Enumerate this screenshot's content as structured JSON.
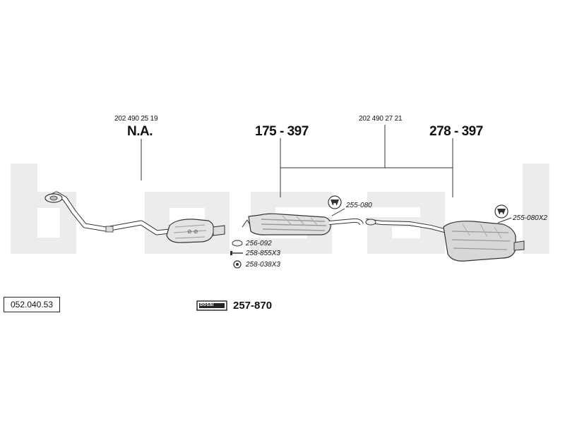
{
  "diagram": {
    "code": "052.040.53",
    "watermark": "bosal",
    "kit_badge": "bosal",
    "kit_number": "257-870",
    "front_pipe": {
      "oe_number": "202 490 25 19",
      "label": "N.A."
    },
    "center_assembly": {
      "oe_number": "202 490 27 21"
    },
    "middle_silencer": {
      "part_number": "175 - 397"
    },
    "rear_silencer": {
      "part_number": "278 - 397"
    },
    "hanger_middle": {
      "part_number": "255-080"
    },
    "hanger_rear": {
      "part_number": "255-080X2"
    },
    "fittings": [
      {
        "part_number": "256-092"
      },
      {
        "part_number": "258-855X3"
      },
      {
        "part_number": "258-038X3"
      }
    ],
    "colors": {
      "watermark": "#e9e9e9",
      "lines": "#333333",
      "metal_light": "#dcdcdc",
      "metal_dark": "#9a9a9a"
    }
  }
}
